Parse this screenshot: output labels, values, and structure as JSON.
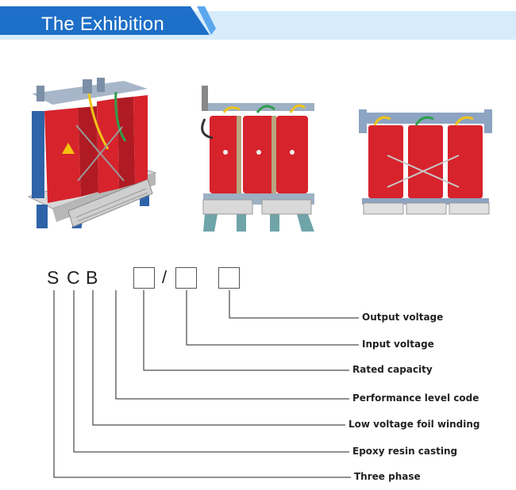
{
  "banner": {
    "title": "The Exhibition"
  },
  "photos": [
    {
      "icon": "transformer-photo-angled"
    },
    {
      "icon": "transformer-photo-front-open"
    },
    {
      "icon": "transformer-photo-front-enclosed"
    }
  ],
  "model_code": {
    "letters": [
      "S",
      "C",
      "B"
    ],
    "separator": "/",
    "labels": [
      "Output voltage",
      "Input voltage",
      "Rated capacity",
      "Performance level code",
      "Low voltage foil winding",
      "Epoxy resin casting",
      "Three phase"
    ]
  },
  "colors": {
    "banner_blue": "#1e6fc7",
    "banner_light": "#d7ecfb",
    "coil_red": "#d7232c",
    "frame_blue": "#2e63a8"
  }
}
